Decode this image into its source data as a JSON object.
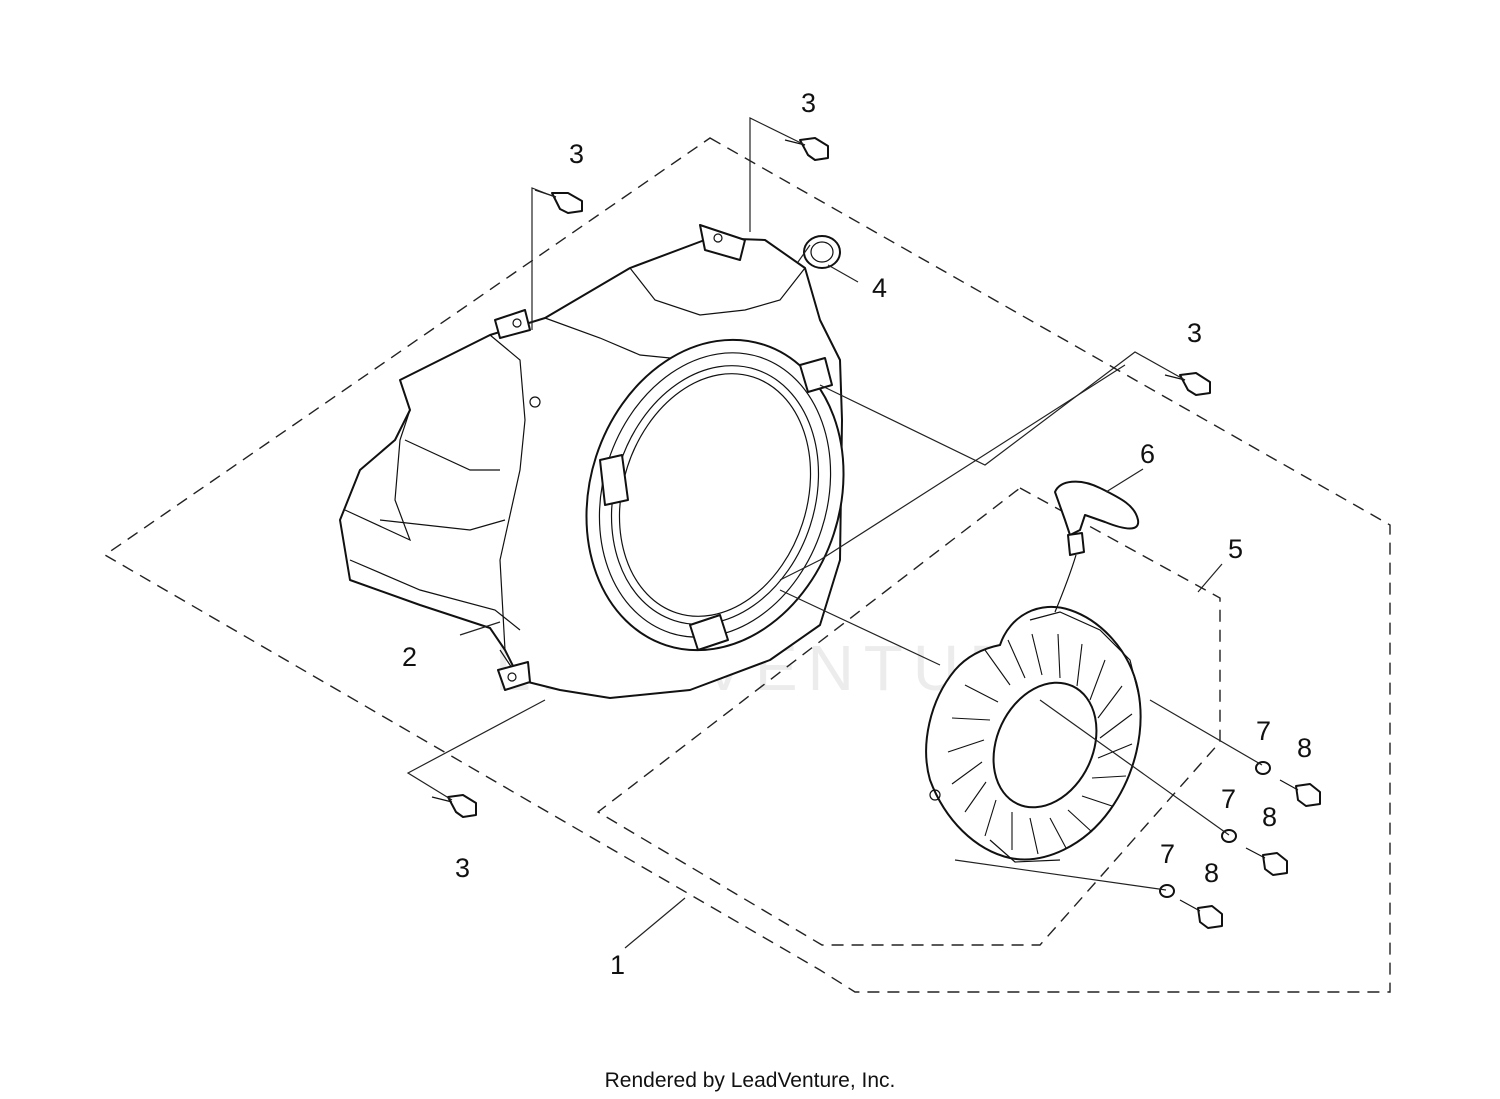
{
  "diagram": {
    "callouts": {
      "c1": "1",
      "c2": "2",
      "c3a": "3",
      "c3b": "3",
      "c3c": "3",
      "c3d": "3",
      "c4": "4",
      "c5": "5",
      "c6": "6",
      "c7a": "7",
      "c7b": "7",
      "c7c": "7",
      "c8a": "8",
      "c8b": "8",
      "c8c": "8"
    },
    "watermark": "LEADVENTURE",
    "footer": "Rendered by LeadVenture, Inc."
  }
}
